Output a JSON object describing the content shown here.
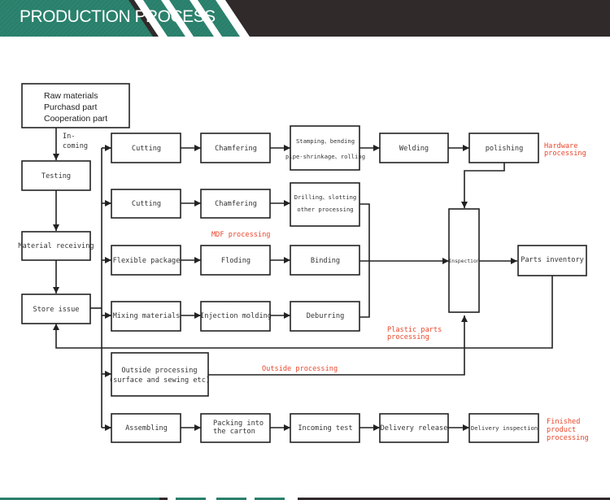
{
  "header": {
    "title": "PRODUCTION PROCESS",
    "colors": {
      "green": "#2a7f6b",
      "dark": "#312a2a",
      "white": "#ffffff"
    }
  },
  "colors": {
    "annotation": "#e8472c",
    "line": "#222222"
  },
  "nodes": {
    "raw_materials": [
      "Raw materials",
      "Purchasd part",
      "Cooperation part"
    ],
    "incoming_label": [
      "In-",
      "coming"
    ],
    "testing": "Testing",
    "material_receiving": "Material receiving",
    "store_issue": "Store issue",
    "hw_cutting": "Cutting",
    "hw_chamfering": "Chamfering",
    "hw_stamping": [
      "Stamping、bending",
      "pipe-shrinkage、rolling"
    ],
    "hw_welding": "Welding",
    "hw_polishing": "polishing",
    "mdf_cutting": "Cutting",
    "mdf_chamfering": "Chamfering",
    "mdf_drilling": [
      "Drilling、slotting",
      "other processing"
    ],
    "flexible_package": "Flexible package",
    "floding": "Floding",
    "binding": "Binding",
    "mixing_materials": "Mixing materials",
    "injection_molding": "Injection molding",
    "deburring": "Deburring",
    "inspection": "Inspection",
    "parts_inventory": "Parts inventory",
    "outside_processing": [
      "Outside processing",
      "(surface and sewing etc)"
    ],
    "assembling": "Assembling",
    "packing": [
      "Packing into",
      "the carton"
    ],
    "incoming_test": "Incoming test",
    "delivery_release": "Delivery release",
    "delivery_inspection": "Delivery inspection"
  },
  "annotations": {
    "hardware": [
      "Hardware",
      "processing"
    ],
    "mdf": "MDF processing",
    "plastic": [
      "Plastic parts",
      "processing"
    ],
    "outside": "Outside processing",
    "finished": [
      "Finished",
      "product",
      "processing"
    ]
  }
}
